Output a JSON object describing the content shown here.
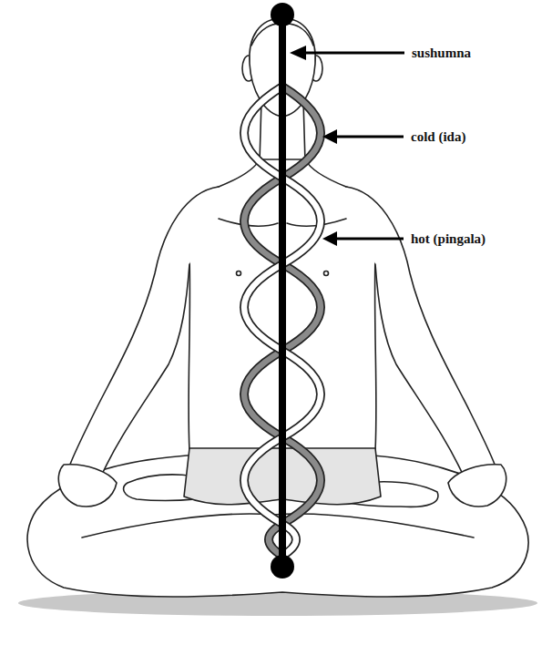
{
  "diagram": {
    "labels": [
      "sushumna",
      "cold (ida)",
      "hot (pingala)"
    ]
  }
}
